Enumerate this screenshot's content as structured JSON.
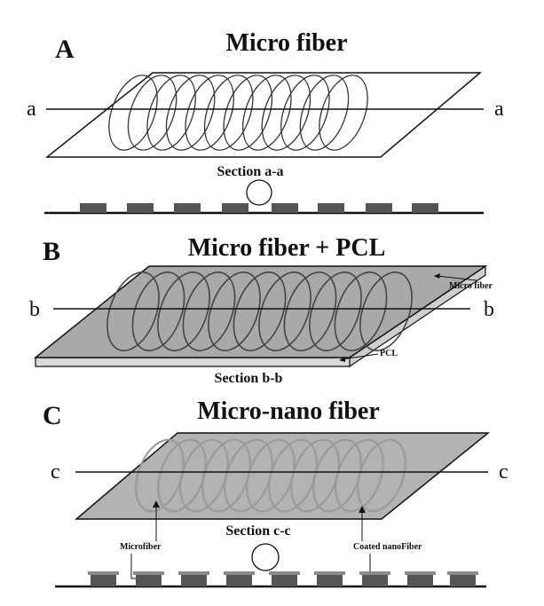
{
  "panels": [
    {
      "letter": "A",
      "title": "Micro fiber",
      "section_letter": "a",
      "section_label": "Section a-a"
    },
    {
      "letter": "B",
      "title": "Micro fiber + PCL",
      "section_letter": "b",
      "section_label": "Section b-b",
      "annotations": {
        "micro_fiber": "Micro fiber",
        "pcl": "PCL"
      }
    },
    {
      "letter": "C",
      "title": "Micro-nano fiber",
      "section_letter": "c",
      "section_label": "Section c-c",
      "annotations": {
        "microfiber": "Microfiber",
        "coated": "Coated nanoFiber"
      }
    }
  ],
  "colors": {
    "line": "#111111",
    "pcl_fill": "#a9a9a9",
    "nano_fill": "#b3b3b3",
    "block": "#555555",
    "nano_cap": "#8a8a8a"
  }
}
